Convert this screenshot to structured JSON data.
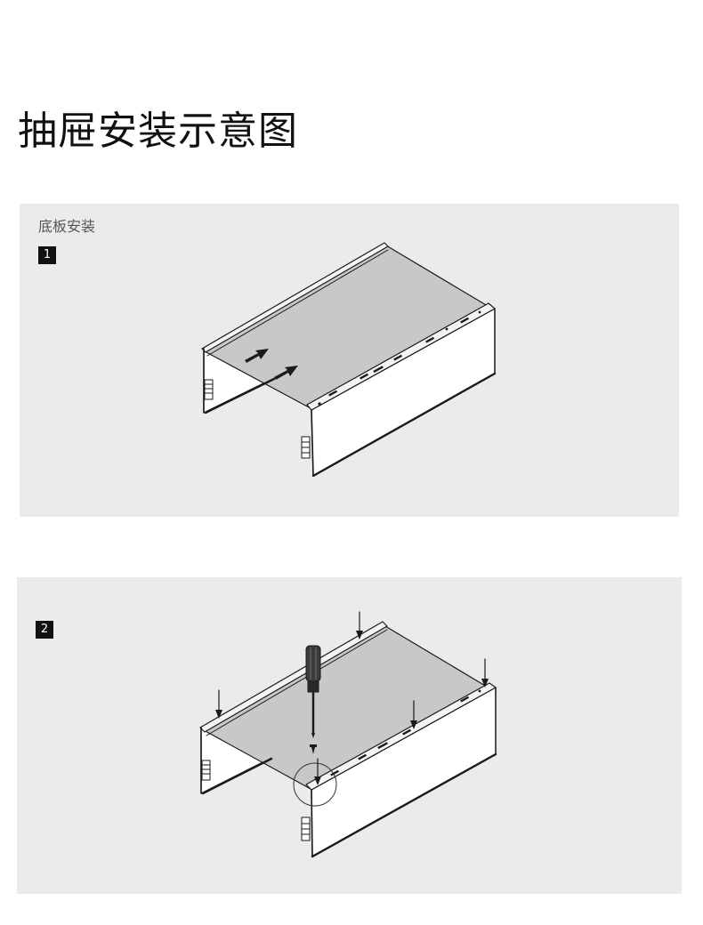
{
  "page": {
    "title": "抽屉安装示意图"
  },
  "steps": [
    {
      "section_label": "底板安装",
      "number": "1"
    },
    {
      "number": "2"
    }
  ]
}
